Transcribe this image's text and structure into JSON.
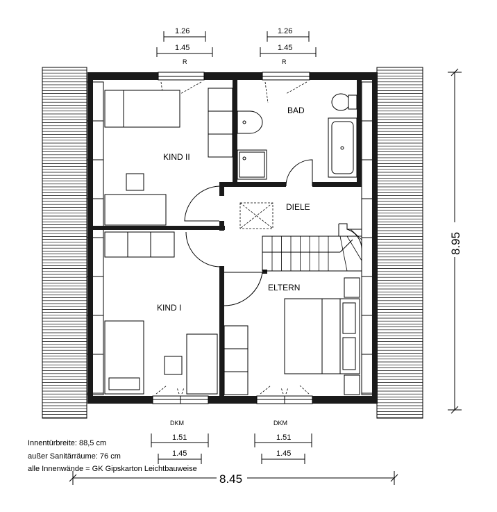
{
  "rooms": {
    "kind2": "KIND II",
    "bad": "BAD",
    "diele": "DIELE",
    "eltern": "ELTERN",
    "kind1": "KIND I"
  },
  "top_windows": [
    {
      "upper": "1.26",
      "lower": "1.45",
      "mark": "R"
    },
    {
      "upper": "1.26",
      "lower": "1.45",
      "mark": "R"
    }
  ],
  "bottom_windows": [
    {
      "type": "DKM",
      "upper": "1.51",
      "lower": "1.45"
    },
    {
      "type": "DKM",
      "upper": "1.51",
      "lower": "1.45"
    }
  ],
  "dimensions": {
    "height": "8.95",
    "width": "8.45"
  },
  "notes": [
    "Innentürbreite: 88,5 cm",
    "außer Sanitärräume: 76 cm",
    "alle Innenwände = GK Gipskarton Leichtbauweise"
  ]
}
